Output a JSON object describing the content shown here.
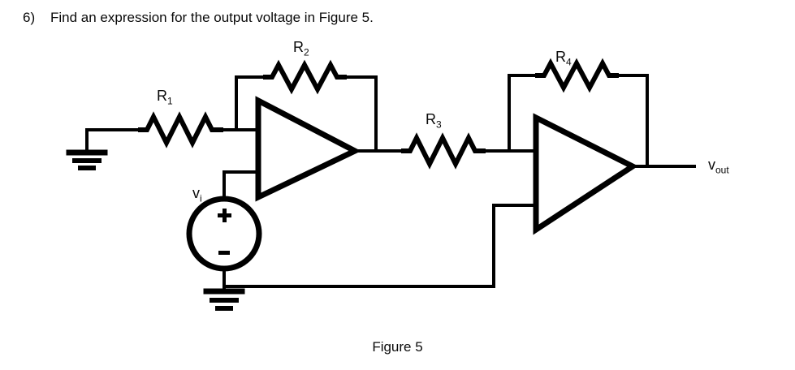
{
  "question": {
    "number": "6)",
    "text": "Find an expression for the output voltage in Figure 5."
  },
  "figure": {
    "caption": "Figure 5"
  },
  "circuit": {
    "type": "two-stage-opamp-amplifier",
    "labels": {
      "r1": "R",
      "r1_sub": "1",
      "r2": "R",
      "r2_sub": "2",
      "r3": "R",
      "r3_sub": "3",
      "r4": "R",
      "r4_sub": "4",
      "vi": "v",
      "vi_sub": "i",
      "vout": "v",
      "vout_sub": "out"
    },
    "source": {
      "plus": "+",
      "minus": "-"
    },
    "components": [
      "ground-left",
      "resistor-r1",
      "opamp-1",
      "resistor-r2",
      "voltage-source-vi",
      "ground-bottom",
      "resistor-r3",
      "opamp-2",
      "resistor-r4",
      "output-node-vout"
    ],
    "stroke_color": "#000000"
  }
}
